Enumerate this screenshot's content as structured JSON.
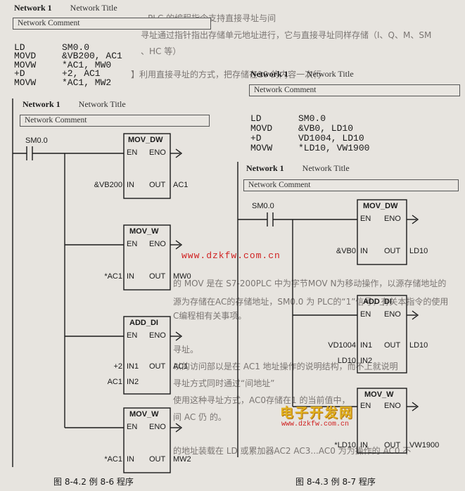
{
  "background_text": [
    "PLC 的编程指令支持直接寻址与间",
    "寻址通过指针指出存储单元地址进行，它与直接寻址同样存储（I、Q、M、SM",
    "、HC 等）",
    "】利用直接寻址的方式，把存储在10 的内容一次行",
    "的 MOV 是在 S7-200PLC 中为字节MOV N为移动操作，以源存储地址的",
    "源为存储在AC的存储地址，SM0.0 为 PLC的“1”信号，有关本指令的使用",
    "C编程相有关事项。",
    "寻址。",
    "以的访问部以是在 AC1 地址操作的说明结构，而不上就说明",
    "寻址方式同时通过“间地址”",
    "使用这种寻址方式，AC0存储在1 的当前值中，",
    "间 AC 仍 的。",
    "的地址装载在 LD 或累加器AC2 AC3...AC0 为为操作的 AC0 不"
  ],
  "left_top": {
    "network": "Network 1",
    "title": "Network Title",
    "comment": "Network Comment",
    "code": [
      {
        "op": "LD",
        "arg": "SM0.0"
      },
      {
        "op": "MOVD",
        "arg": "&VB200, AC1"
      },
      {
        "op": "MOVW",
        "arg": "*AC1, MW0"
      },
      {
        "op": "+D",
        "arg": "+2, AC1"
      },
      {
        "op": "MOVW",
        "arg": "*AC1, MW2"
      }
    ]
  },
  "left_ladder": {
    "network": "Network 1",
    "title": "Network Title",
    "comment": "Network Comment",
    "contact": "SM0.0",
    "boxes": [
      {
        "name": "MOV_DW",
        "inputs": [
          {
            "pin": "IN",
            "sig": "&VB200"
          }
        ],
        "out": "AC1"
      },
      {
        "name": "MOV_W",
        "inputs": [
          {
            "pin": "IN",
            "sig": "*AC1"
          }
        ],
        "out": "MW0"
      },
      {
        "name": "ADD_DI",
        "inputs": [
          {
            "pin": "IN1",
            "sig": "+2"
          },
          {
            "pin": "IN2",
            "sig": "AC1"
          }
        ],
        "out": "AC1"
      },
      {
        "name": "MOV_W",
        "inputs": [
          {
            "pin": "IN",
            "sig": "*AC1"
          }
        ],
        "out": "MW2"
      }
    ],
    "caption": "图 8-4.2   例 8-6 程序"
  },
  "right_top": {
    "network": "Network 1",
    "title": "Network Title",
    "comment": "Network Comment",
    "code": [
      {
        "op": "LD",
        "arg": "SM0.0"
      },
      {
        "op": "MOVD",
        "arg": "&VB0, LD10"
      },
      {
        "op": "+D",
        "arg": "VD1004, LD10"
      },
      {
        "op": "MOVW",
        "arg": "*LD10, VW1900"
      }
    ]
  },
  "right_ladder": {
    "network": "Network 1",
    "title": "Network Title",
    "comment": "Network Comment",
    "contact": "SM0.0",
    "boxes": [
      {
        "name": "MOV_DW",
        "inputs": [
          {
            "pin": "IN",
            "sig": "&VB0"
          }
        ],
        "out": "LD10"
      },
      {
        "name": "ADD_DI",
        "inputs": [
          {
            "pin": "IN1",
            "sig": "VD1004"
          },
          {
            "pin": "IN2",
            "sig": "LD10"
          }
        ],
        "out": "LD10"
      },
      {
        "name": "MOV_W",
        "inputs": [
          {
            "pin": "IN",
            "sig": "*LD10"
          }
        ],
        "out": "VW1900"
      }
    ],
    "caption": "图 8-4.3   例 8-7 程序"
  },
  "pins": {
    "en": "EN",
    "eno": "ENO",
    "out": "OUT"
  },
  "watermark": {
    "url_center": "www.dzkfw.com.cn",
    "logo": "电子开发网",
    "url_logo": "www.dzkfw.com.cn"
  },
  "colors": {
    "ink": "#1a1a1a",
    "watermark": "#d02020",
    "logo": "#e0b020",
    "paper": "#e7e4df"
  }
}
